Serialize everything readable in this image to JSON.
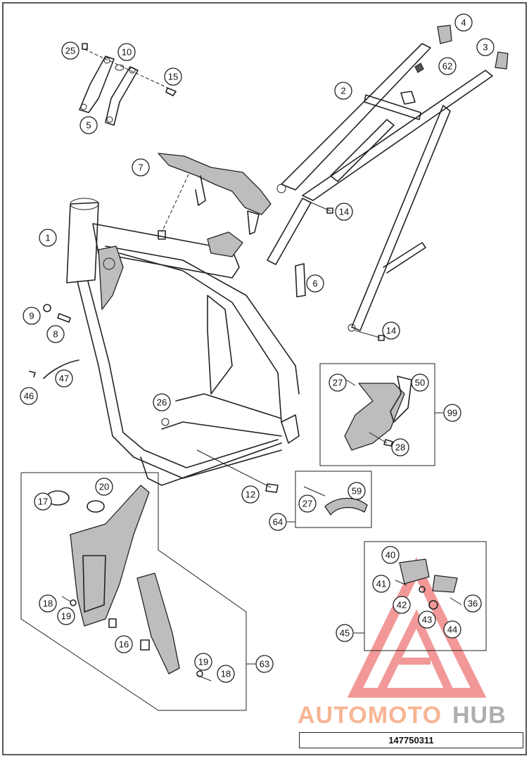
{
  "diagram": {
    "callouts": [
      "1",
      "2",
      "3",
      "4",
      "5",
      "6",
      "7",
      "8",
      "9",
      "10",
      "12",
      "14",
      "14",
      "15",
      "16",
      "17",
      "18",
      "18",
      "19",
      "19",
      "20",
      "25",
      "26",
      "27",
      "27",
      "28",
      "36",
      "40",
      "41",
      "42",
      "43",
      "44",
      "45",
      "46",
      "47",
      "50",
      "59",
      "62",
      "63",
      "64",
      "99"
    ]
  },
  "watermark": {
    "text_a": "AUTOMOTO",
    "text_b": "HUB",
    "color_a": "#f6a37a",
    "color_b": "#9a9a9a",
    "triangle_color": "#e84545"
  },
  "catalog_number": "147750311"
}
